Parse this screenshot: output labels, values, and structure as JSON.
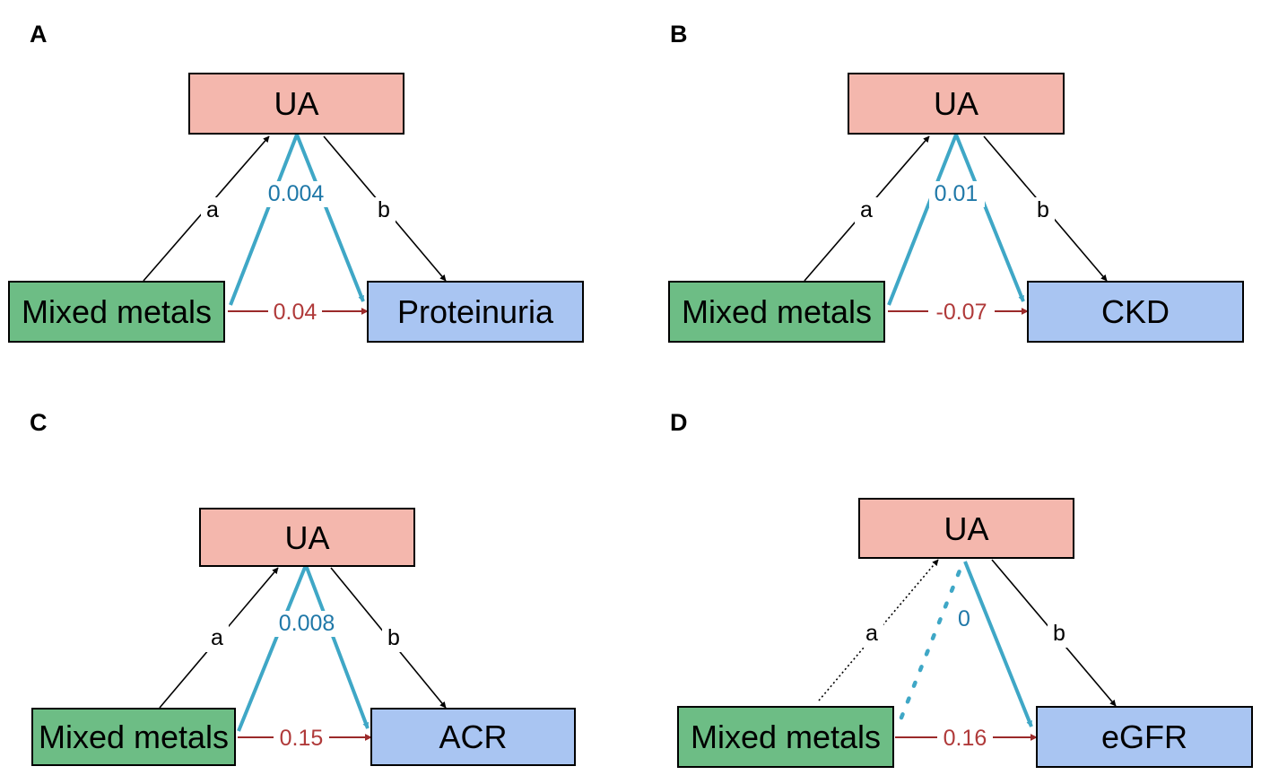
{
  "colors": {
    "mediator_fill": "#f4b7ad",
    "exposure_fill": "#6dbd85",
    "outcome_fill": "#a9c5f2",
    "indirect_path": "#3fa7c6",
    "indirect_label": "#1f78a8",
    "direct_path": "#9b2a2a",
    "direct_label": "#b03a3a",
    "black": "#000000"
  },
  "panels": [
    {
      "letter": "A",
      "mediator": "UA",
      "exposure": "Mixed metals",
      "outcome": "Proteinuria",
      "path_a": "a",
      "path_b": "b",
      "indirect": "0.004",
      "direct": "0.04",
      "a_style": "solid",
      "indirect_style": "solid"
    },
    {
      "letter": "B",
      "mediator": "UA",
      "exposure": "Mixed metals",
      "outcome": "CKD",
      "path_a": "a",
      "path_b": "b",
      "indirect": "0.01",
      "direct": "-0.07",
      "a_style": "solid",
      "indirect_style": "solid"
    },
    {
      "letter": "C",
      "mediator": "UA",
      "exposure": "Mixed metals",
      "outcome": "ACR",
      "path_a": "a",
      "path_b": "b",
      "indirect": "0.008",
      "direct": "0.15",
      "a_style": "solid",
      "indirect_style": "solid"
    },
    {
      "letter": "D",
      "mediator": "UA",
      "exposure": "Mixed metals",
      "outcome": "eGFR",
      "path_a": "a",
      "path_b": "b",
      "indirect": "0",
      "direct": "0.16",
      "a_style": "dotted",
      "indirect_style": "dotted"
    }
  ]
}
